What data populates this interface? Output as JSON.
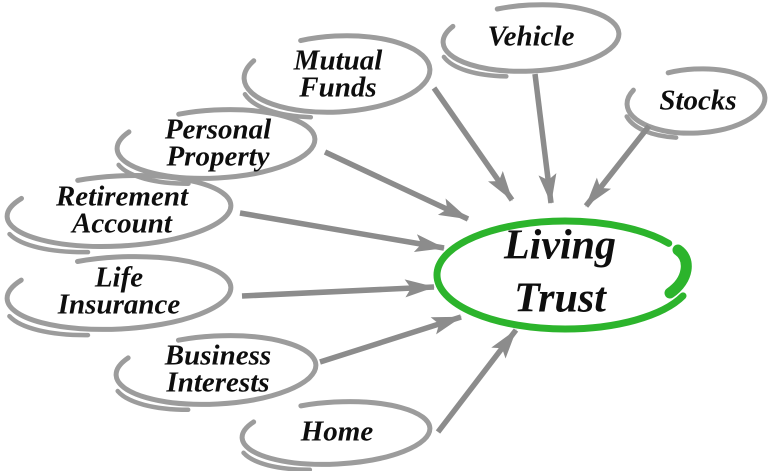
{
  "diagram": {
    "type": "hub-and-spoke",
    "center": {
      "id": "living-trust",
      "label_line1": "Living",
      "label_line2": "Trust"
    },
    "nodes": [
      {
        "id": "vehicle",
        "label_line1": "Vehicle",
        "label_line2": ""
      },
      {
        "id": "mutual-funds",
        "label_line1": "Mutual",
        "label_line2": "Funds"
      },
      {
        "id": "stocks",
        "label_line1": "Stocks",
        "label_line2": ""
      },
      {
        "id": "personal-property",
        "label_line1": "Personal",
        "label_line2": "Property"
      },
      {
        "id": "retirement-account",
        "label_line1": "Retirement",
        "label_line2": "Account"
      },
      {
        "id": "life-insurance",
        "label_line1": "Life",
        "label_line2": "Insurance"
      },
      {
        "id": "business-interests",
        "label_line1": "Business",
        "label_line2": "Interests"
      },
      {
        "id": "home",
        "label_line1": "Home",
        "label_line2": ""
      }
    ],
    "edges": [
      {
        "from": "vehicle",
        "to": "living-trust"
      },
      {
        "from": "mutual-funds",
        "to": "living-trust"
      },
      {
        "from": "stocks",
        "to": "living-trust"
      },
      {
        "from": "personal-property",
        "to": "living-trust"
      },
      {
        "from": "retirement-account",
        "to": "living-trust"
      },
      {
        "from": "life-insurance",
        "to": "living-trust"
      },
      {
        "from": "business-interests",
        "to": "living-trust"
      },
      {
        "from": "home",
        "to": "living-trust"
      }
    ],
    "colors": {
      "background": "#ffffff",
      "node_stroke": "#9c9c9c",
      "center_stroke": "#2cb42c",
      "arrow": "#8c8c8c",
      "text": "#0e0e0e"
    }
  }
}
